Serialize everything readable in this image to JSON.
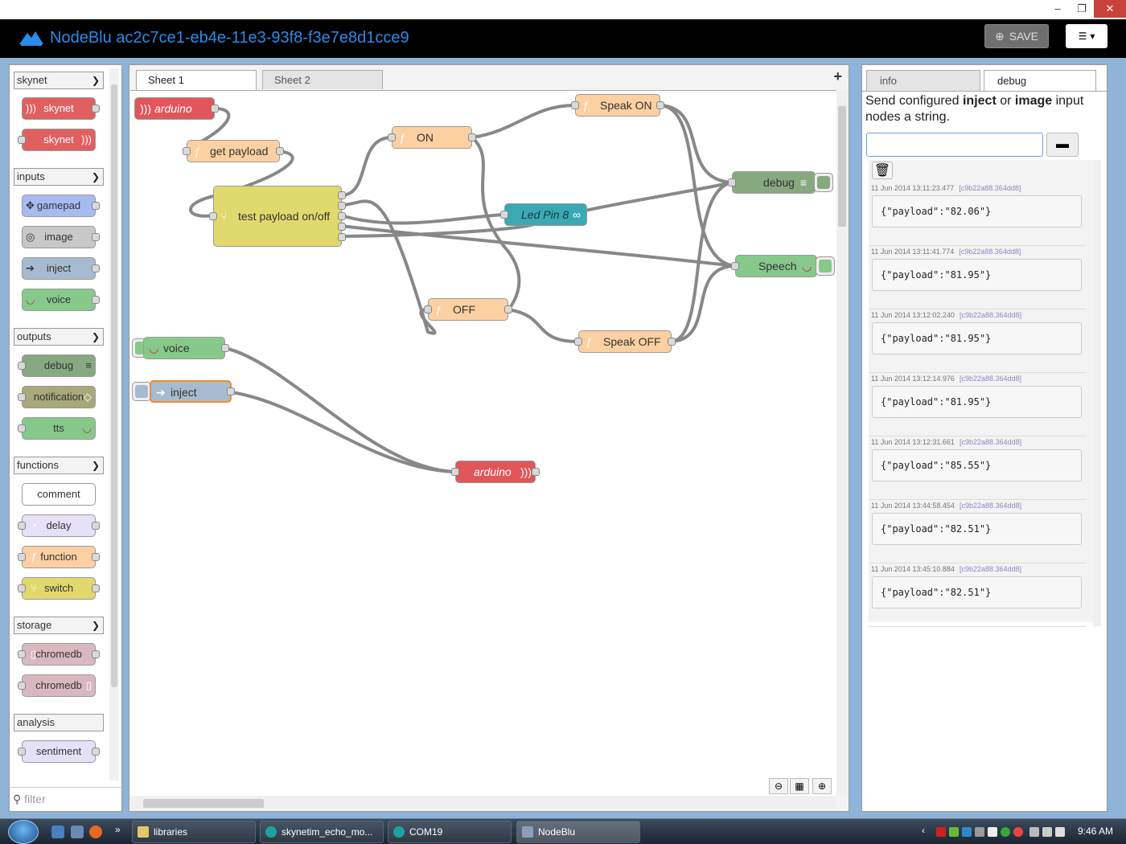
{
  "window": {
    "minimize": "–",
    "restore": "❐",
    "close": "✕"
  },
  "header": {
    "title": "NodeBlu ac2c7ce1-eb4e-11e3-93f8-f3e7e8d1cce9",
    "save_label": "SAVE"
  },
  "palette": {
    "filter_placeholder": "filter",
    "categories": {
      "skynet": {
        "label": "skynet",
        "nodes": [
          "skynet",
          "skynet"
        ]
      },
      "inputs": {
        "label": "inputs",
        "nodes": [
          "gamepad",
          "image",
          "inject",
          "voice"
        ]
      },
      "outputs": {
        "label": "outputs",
        "nodes": [
          "debug",
          "notification",
          "tts"
        ]
      },
      "functions": {
        "label": "functions",
        "nodes": [
          "comment",
          "delay",
          "function",
          "switch"
        ]
      },
      "storage": {
        "label": "storage",
        "nodes": [
          "chromedb",
          "chromedb"
        ]
      },
      "analysis": {
        "label": "analysis",
        "nodes": [
          "sentiment"
        ]
      }
    }
  },
  "workspace": {
    "tabs": [
      "Sheet 1",
      "Sheet 2"
    ],
    "add_label": "+",
    "nodes": {
      "arduino_in": "arduino",
      "get_payload": "get payload",
      "test_payload": "test payload on/off",
      "on": "ON",
      "off": "OFF",
      "led_pin": "Led Pin 8",
      "speak_on": "Speak ON",
      "speak_off": "Speak OFF",
      "debug": "debug",
      "speech": "Speech",
      "voice": "voice",
      "inject": "inject",
      "arduino_out": "arduino"
    },
    "colors": {
      "skynet": "#e06060",
      "function": "#fdd0a2",
      "switch": "#e2d96e",
      "debug": "#87a980",
      "voice": "#86c98b",
      "inject": "#a6bbcf",
      "arduino": "#e0565a",
      "led": "#3aa9b4",
      "delay": "#e6e0f8",
      "storage": "#d9b8c1",
      "notification": "#a8a87a"
    }
  },
  "sidebar": {
    "tabs": [
      "info",
      "debug"
    ],
    "desc_pre": "Send configured ",
    "desc_b1": "inject",
    "desc_mid": " or ",
    "desc_b2": "image",
    "desc_post": " input nodes a string.",
    "messages": [
      {
        "time": "11 Jun 2014 13:11:23.477",
        "id": "[c9b22a88.364dd8]",
        "payload": "{\"payload\":\"82.06\"}"
      },
      {
        "time": "11 Jun 2014 13:11:41.774",
        "id": "[c9b22a88.364dd8]",
        "payload": "{\"payload\":\"81.95\"}"
      },
      {
        "time": "11 Jun 2014 13:12:02.240",
        "id": "[c9b22a88.364dd8]",
        "payload": "{\"payload\":\"81.95\"}"
      },
      {
        "time": "11 Jun 2014 13:12:14.976",
        "id": "[c9b22a88.364dd8]",
        "payload": "{\"payload\":\"81.95\"}"
      },
      {
        "time": "11 Jun 2014 13:12:31.661",
        "id": "[c9b22a88.364dd8]",
        "payload": "{\"payload\":\"85.55\"}"
      },
      {
        "time": "11 Jun 2014 13:44:58.454",
        "id": "[c9b22a88.364dd8]",
        "payload": "{\"payload\":\"82.51\"}"
      },
      {
        "time": "11 Jun 2014 13:45:10.884",
        "id": "[c9b22a88.364dd8]",
        "payload": "{\"payload\":\"82.51\"}"
      }
    ]
  },
  "taskbar": {
    "tasks": [
      "libraries",
      "skynetim_echo_mo...",
      "COM19",
      "NodeBlu"
    ],
    "clock": "9:46 AM"
  }
}
